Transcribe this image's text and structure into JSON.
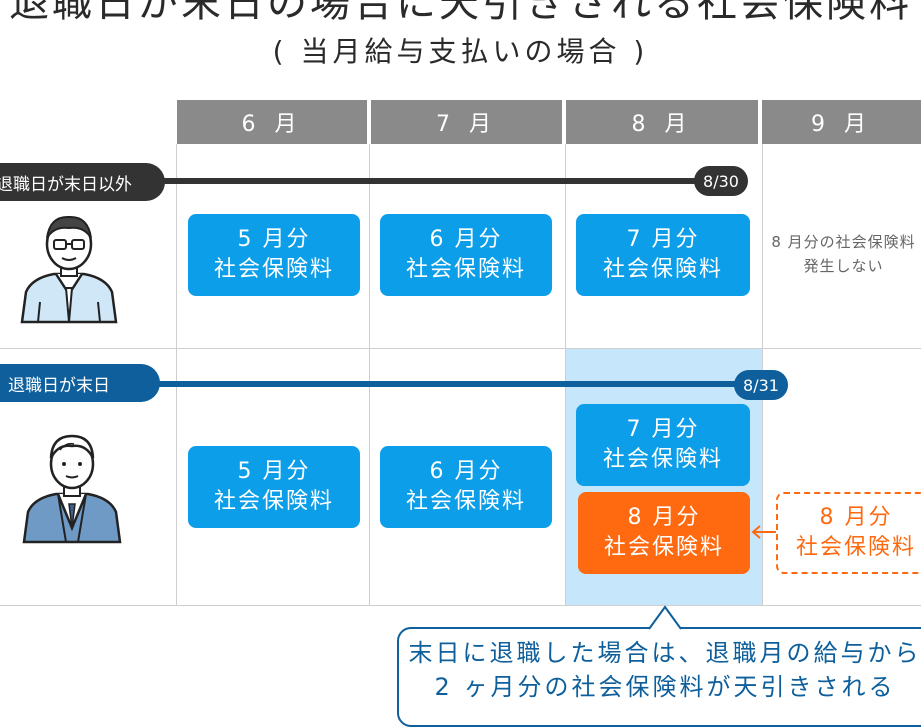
{
  "title": "退職日が末日の場合に天引きされる社会保険料",
  "subtitle": "( 当月給与支払いの場合 )",
  "months": [
    "6 月",
    "7 月",
    "8 月",
    "9 月"
  ],
  "rows": {
    "not_last_day": {
      "label": "退職日が末日以外",
      "end_date": "8/30",
      "cards": [
        {
          "l1": "5 月分",
          "l2": "社会保険料"
        },
        {
          "l1": "6 月分",
          "l2": "社会保険料"
        },
        {
          "l1": "7 月分",
          "l2": "社会保険料"
        }
      ],
      "note_l1": "8 月分の社会保険料",
      "note_l2": "発生しない"
    },
    "last_day": {
      "label": "退職日が末日",
      "end_date": "8/31",
      "cards": [
        {
          "l1": "5 月分",
          "l2": "社会保険料"
        },
        {
          "l1": "6 月分",
          "l2": "社会保険料"
        },
        {
          "l1": "7 月分",
          "l2": "社会保険料"
        },
        {
          "l1": "8 月分",
          "l2": "社会保険料"
        }
      ],
      "moved_card": {
        "l1": "8 月分",
        "l2": "社会保険料"
      }
    }
  },
  "callout": {
    "line1": "末日に退職した場合は、退職月の給与から",
    "line2": "2 ヶ月分の社会保険料が天引きされる"
  },
  "colors": {
    "card_blue": "#0c9ee8",
    "orange": "#ff6a10",
    "dark_blue": "#0e5f9c",
    "highlight": "#c6e6fb",
    "header_gray": "#8a8a8a"
  }
}
